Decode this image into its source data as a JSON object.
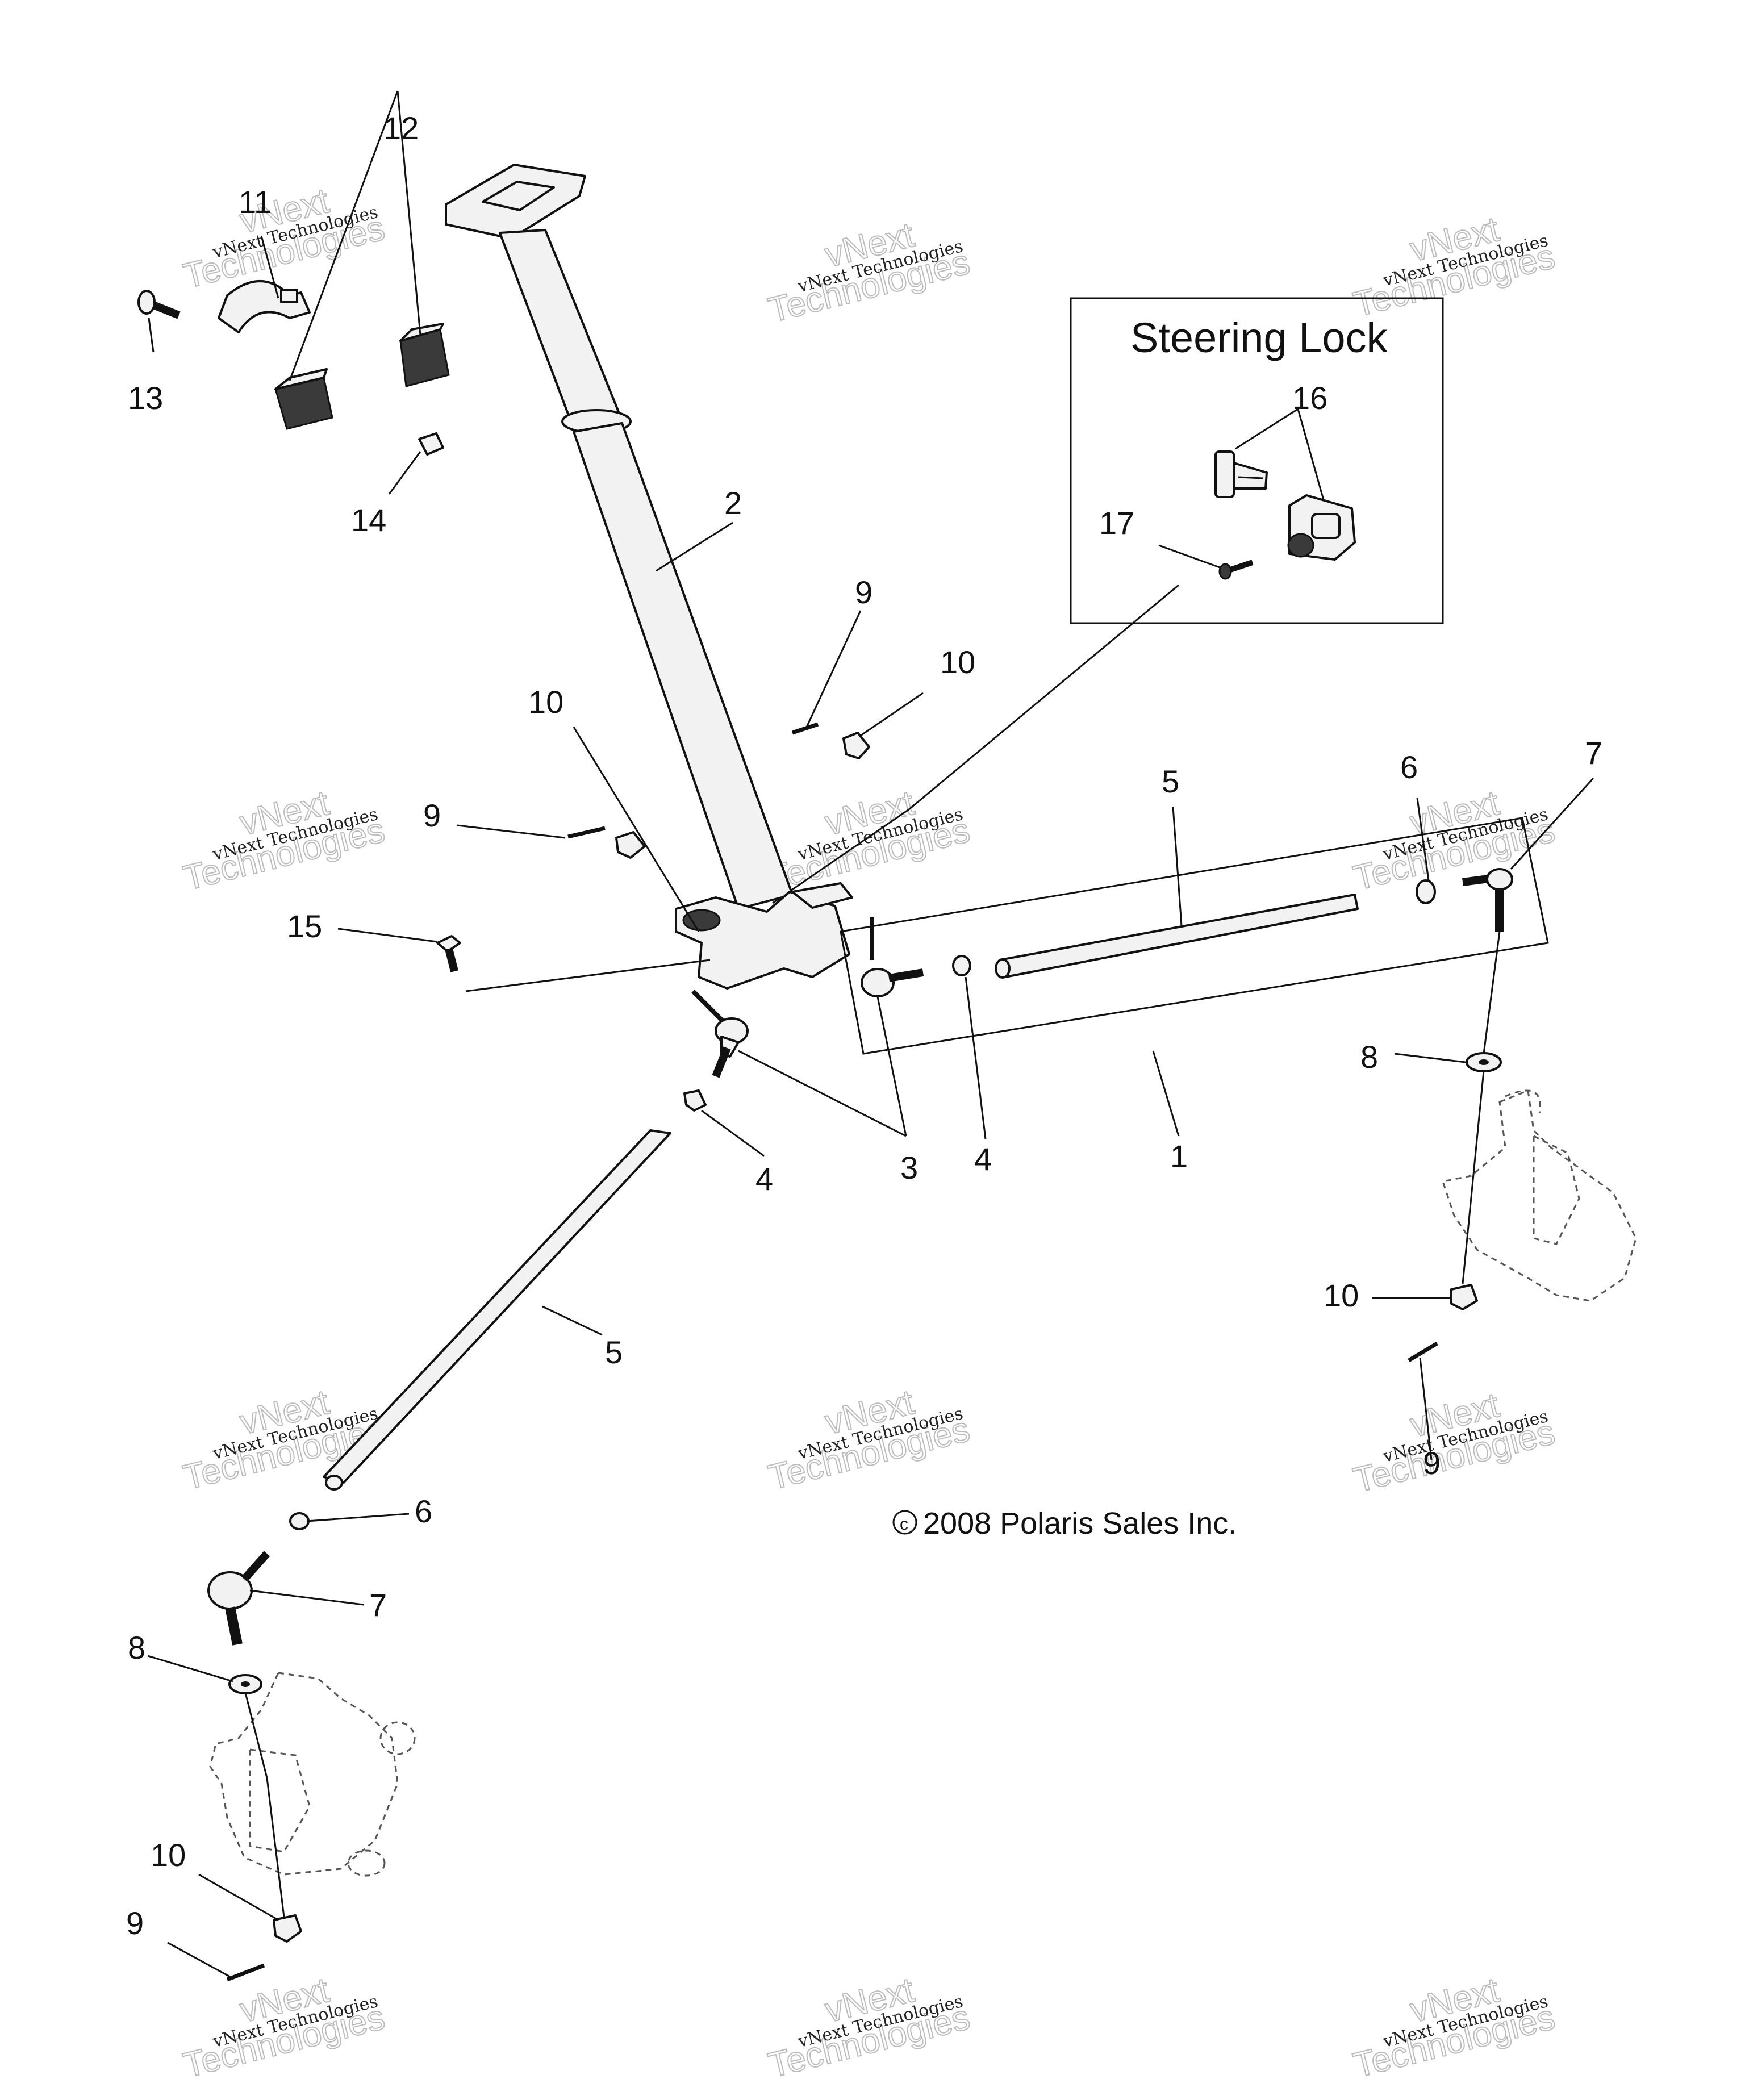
{
  "steering_lock_title": "Steering Lock",
  "copyright": "2008 Polaris Sales Inc.",
  "watermark": {
    "line1": "vNext Technologies",
    "line2": "vNext",
    "line3": "Technologies"
  },
  "callouts": {
    "c1": "1",
    "c2": "2",
    "c3": "3",
    "c4a": "4",
    "c4b": "4",
    "c5a": "5",
    "c5b": "5",
    "c6a": "6",
    "c6b": "6",
    "c7a": "7",
    "c7b": "7",
    "c8a": "8",
    "c8b": "8",
    "c9a": "9",
    "c9b": "9",
    "c9c": "9",
    "c9d": "9",
    "c10a": "10",
    "c10b": "10",
    "c10c": "10",
    "c10d": "10",
    "c11": "11",
    "c12": "12",
    "c13": "13",
    "c14": "14",
    "c15": "15",
    "c16": "16",
    "c17": "17"
  }
}
